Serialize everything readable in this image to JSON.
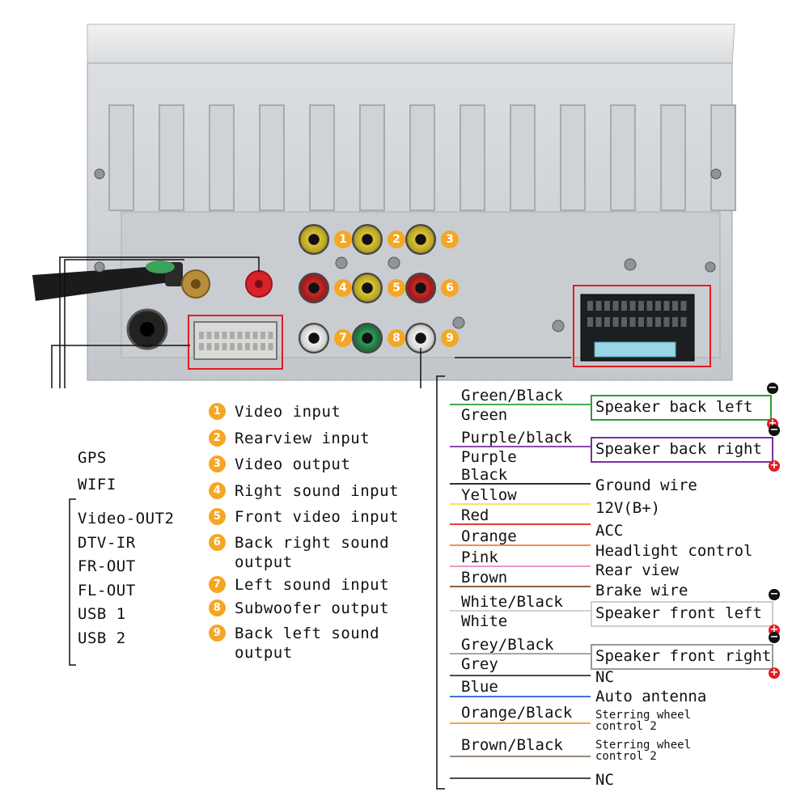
{
  "antenna_labels": [
    "GPS",
    "WIFI"
  ],
  "left_connector_labels": [
    "Video-OUT2",
    "DTV-IR",
    "FR-OUT",
    "FL-OUT",
    "USB 1",
    "USB 2"
  ],
  "port_legend": [
    {
      "num": "1",
      "label": "Video input"
    },
    {
      "num": "2",
      "label": "Rearview input"
    },
    {
      "num": "3",
      "label": "Video output"
    },
    {
      "num": "4",
      "label": "Right sound input"
    },
    {
      "num": "5",
      "label": "Front video input"
    },
    {
      "num": "6",
      "label": "Back right sound output"
    },
    {
      "num": "7",
      "label": "Left sound input"
    },
    {
      "num": "8",
      "label": "Subwoofer output"
    },
    {
      "num": "9",
      "label": "Back left sound output"
    }
  ],
  "rca_numbers": [
    "1",
    "2",
    "3",
    "4",
    "5",
    "6",
    "7",
    "8",
    "9"
  ],
  "harness": {
    "speaker_back_left": {
      "label": "Speaker back left",
      "wires": [
        "Green/Black",
        "Green"
      ],
      "color": "#2e9d3a"
    },
    "speaker_back_right": {
      "label": "Speaker back right",
      "wires": [
        "Purple/black",
        "Purple"
      ],
      "color": "#7a2fa0"
    },
    "single_wires": [
      {
        "wire": "Black",
        "function": "Ground wire",
        "color": "#111111"
      },
      {
        "wire": "Yellow",
        "function": "12V(B+)",
        "color": "#f2e34a"
      },
      {
        "wire": "Red",
        "function": "ACC",
        "color": "#e02020"
      },
      {
        "wire": "Orange",
        "function": "Headlight control",
        "color": "#f0803c"
      },
      {
        "wire": "Pink",
        "function": "Rear view",
        "color": "#e58bc0"
      },
      {
        "wire": "Brown",
        "function": "Brake wire",
        "color": "#7a4a2a"
      }
    ],
    "speaker_front_left": {
      "label": "Speaker front left",
      "wires": [
        "White/Black",
        "White"
      ],
      "color": "#cccccc"
    },
    "speaker_front_right": {
      "label": "Speaker front right",
      "wires": [
        "Grey/Black",
        "Grey"
      ],
      "color": "#999999"
    },
    "nc_label": "NC",
    "blue": {
      "wire": "Blue",
      "function": "Auto antenna",
      "color": "#2a5bd7"
    },
    "orange_black": {
      "wire": "Orange/Black",
      "function": "Sterring wheel\ncontrol 2",
      "color": "#f0a020"
    },
    "brown_black": {
      "wire": "Brown/Black",
      "function": "Sterring wheel\ncontrol 2",
      "color": "#8a7a6a"
    },
    "nc_bottom": "NC"
  },
  "colors": {
    "highlight_red": "#e31b23",
    "polarity_negative": "#111111",
    "polarity_positive": "#e31b23",
    "port_orange": "#f5a623"
  }
}
